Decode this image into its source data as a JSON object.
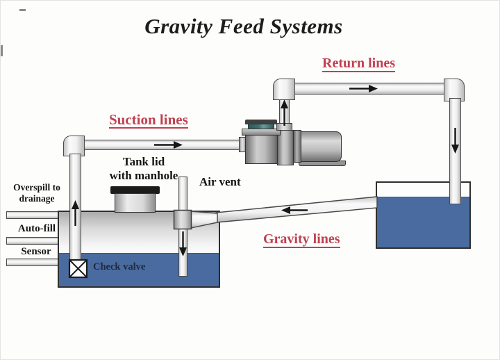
{
  "title": "Gravity Feed Systems",
  "line_labels": {
    "return": "Return lines",
    "suction": "Suction lines",
    "gravity": "Gravity lines"
  },
  "component_labels": {
    "tank_lid_line1": "Tank lid",
    "tank_lid_line2": "with manhole",
    "air_vent": "Air vent",
    "overspill_line1": "Overspill to",
    "overspill_line2": "drainage",
    "auto_fill": "Auto-fill",
    "sensor": "Sensor",
    "check_valve": "Check valve"
  },
  "colors": {
    "label_red": "#bf4150",
    "water_blue": "#4a6b9f",
    "gasket_teal": "#3f6f6e",
    "pipe_outline": "#4a4a4a",
    "arrow_black": "#161616"
  }
}
